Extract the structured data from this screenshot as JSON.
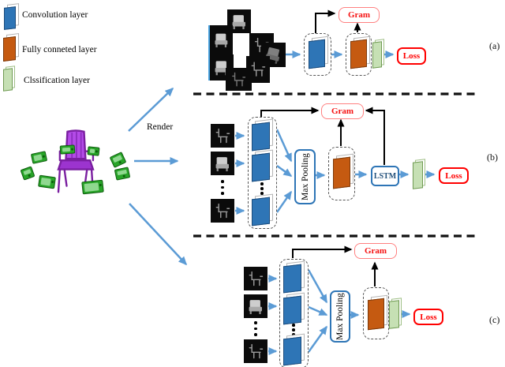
{
  "legend": {
    "items": [
      {
        "id": "conv",
        "label": "Convolution layer"
      },
      {
        "id": "fc",
        "label": "Fully conneted layer"
      },
      {
        "id": "cls",
        "label": "Clssification layer"
      }
    ]
  },
  "scene": {
    "render_label": "Render"
  },
  "labels": {
    "gram": "Gram",
    "loss": "Loss",
    "max_pooling": "Max Pooling",
    "lstm": "LSTM"
  },
  "rows": {
    "a": {
      "tag": "(a)"
    },
    "b": {
      "tag": "(b)"
    },
    "c": {
      "tag": "(c)"
    }
  },
  "colors": {
    "arrow": "#5B9BD5",
    "conv": "#2E75B6",
    "fc": "#C55A11",
    "cls": "#C6E0B4",
    "loss": "#FF0000",
    "gram_border": "#FF8080",
    "gram_text": "#F51111",
    "lstm_text": "#1F4E79",
    "camera": "#28A428",
    "chair": "#B44BE8"
  }
}
